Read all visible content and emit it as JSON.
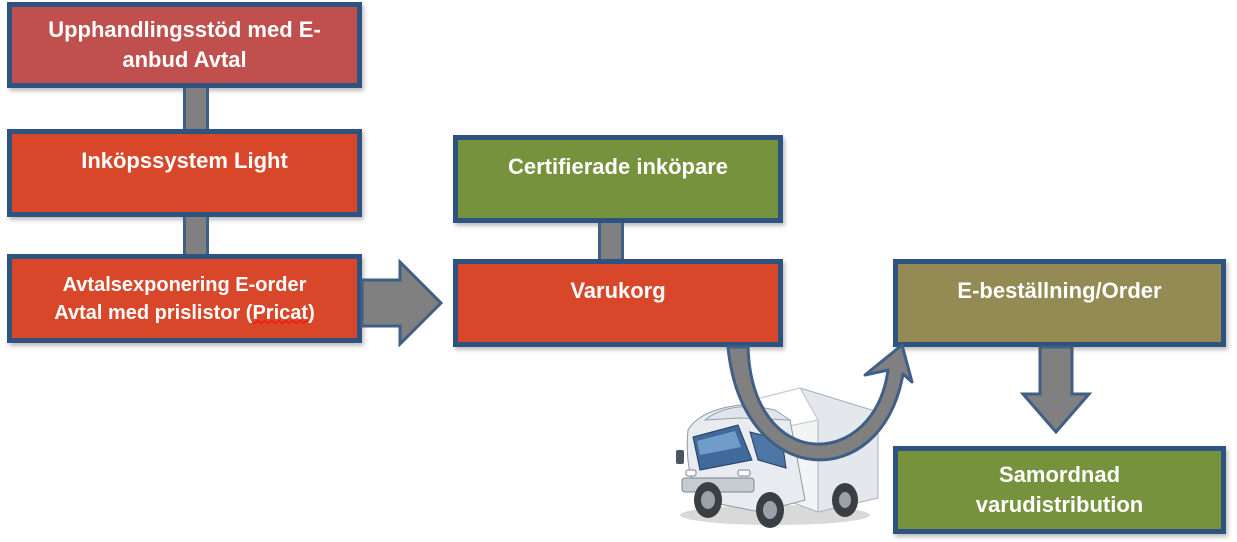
{
  "boxes": {
    "upphandling": {
      "line1": "Upphandlingsstöd  med E-",
      "line2": "anbud Avtal"
    },
    "inkopssystem": {
      "label": "Inköpssystem Light"
    },
    "avtalsexponering": {
      "line1": "Avtalsexponering  E-order",
      "line2_prefix": "Avtal med prislistor (",
      "line2_word": "Pricat",
      "line2_suffix": ")"
    },
    "certifierade": {
      "label": "Certifierade inköpare"
    },
    "varukorg": {
      "label": "Varukorg"
    },
    "ebestallning": {
      "label": "E-beställning/Order"
    },
    "samordnad": {
      "line1": "Samordnad",
      "line2": "varudistribution"
    }
  },
  "colors": {
    "border": "#2f5380",
    "red_top": "#c0504d",
    "red": "#d9472b",
    "green": "#76923c",
    "olive": "#948a54",
    "arrow_fill": "#808080",
    "arrow_stroke": "#3f5f86"
  }
}
